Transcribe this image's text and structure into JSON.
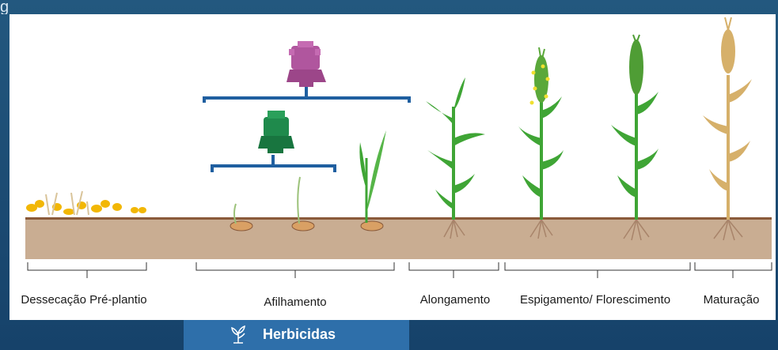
{
  "header": {
    "title_fragment": "g"
  },
  "stages": [
    {
      "id": "dessecacao",
      "label": "Dessecação Pré-plantio"
    },
    {
      "id": "afilhamento",
      "label": "Afilhamento"
    },
    {
      "id": "alongamento",
      "label": "Alongamento"
    },
    {
      "id": "espigamento",
      "label": "Espigamento/ Florescimento"
    },
    {
      "id": "maturacao",
      "label": "Maturação"
    }
  ],
  "legend": {
    "herbicidas_label": "Herbicidas",
    "icon": "weed-plant-icon"
  },
  "nozzles": [
    {
      "name": "pink-nozzle-icon",
      "color": "#b0569e"
    },
    {
      "name": "green-nozzle-icon",
      "color": "#1f8a4c"
    }
  ],
  "colors": {
    "soil": "#c9ad92",
    "soil_line": "#8a5a3a",
    "bracket": "#1f5fa0",
    "plant_green": "#3fa535",
    "mature": "#d6b06a",
    "weed_yellow": "#f2b705"
  }
}
